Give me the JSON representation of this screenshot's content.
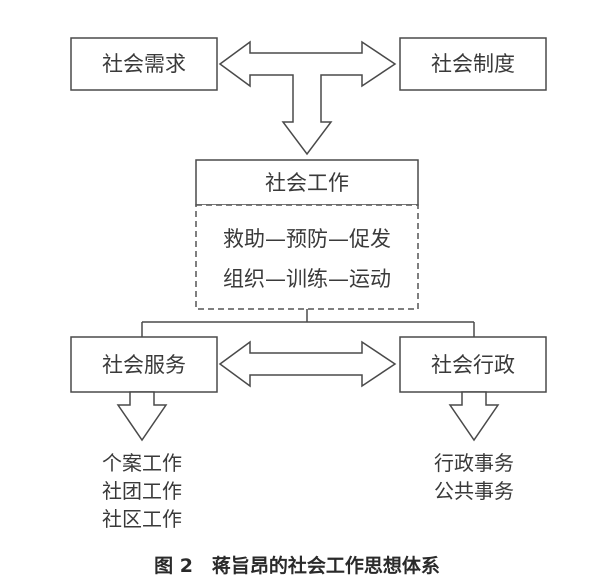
{
  "boxes": {
    "social_needs": "社会需求",
    "social_system": "社会制度",
    "social_work": "社会工作",
    "social_service": "社会服务",
    "social_admin": "社会行政"
  },
  "social_work_content": {
    "line1": "救助—预防—促发",
    "line2": "组织—训练—运动"
  },
  "service_items": [
    "个案工作",
    "社团工作",
    "社区工作"
  ],
  "admin_items": [
    "行政事务",
    "公共事务"
  ],
  "caption": "图 2　蒋旨昂的社会工作思想体系"
}
